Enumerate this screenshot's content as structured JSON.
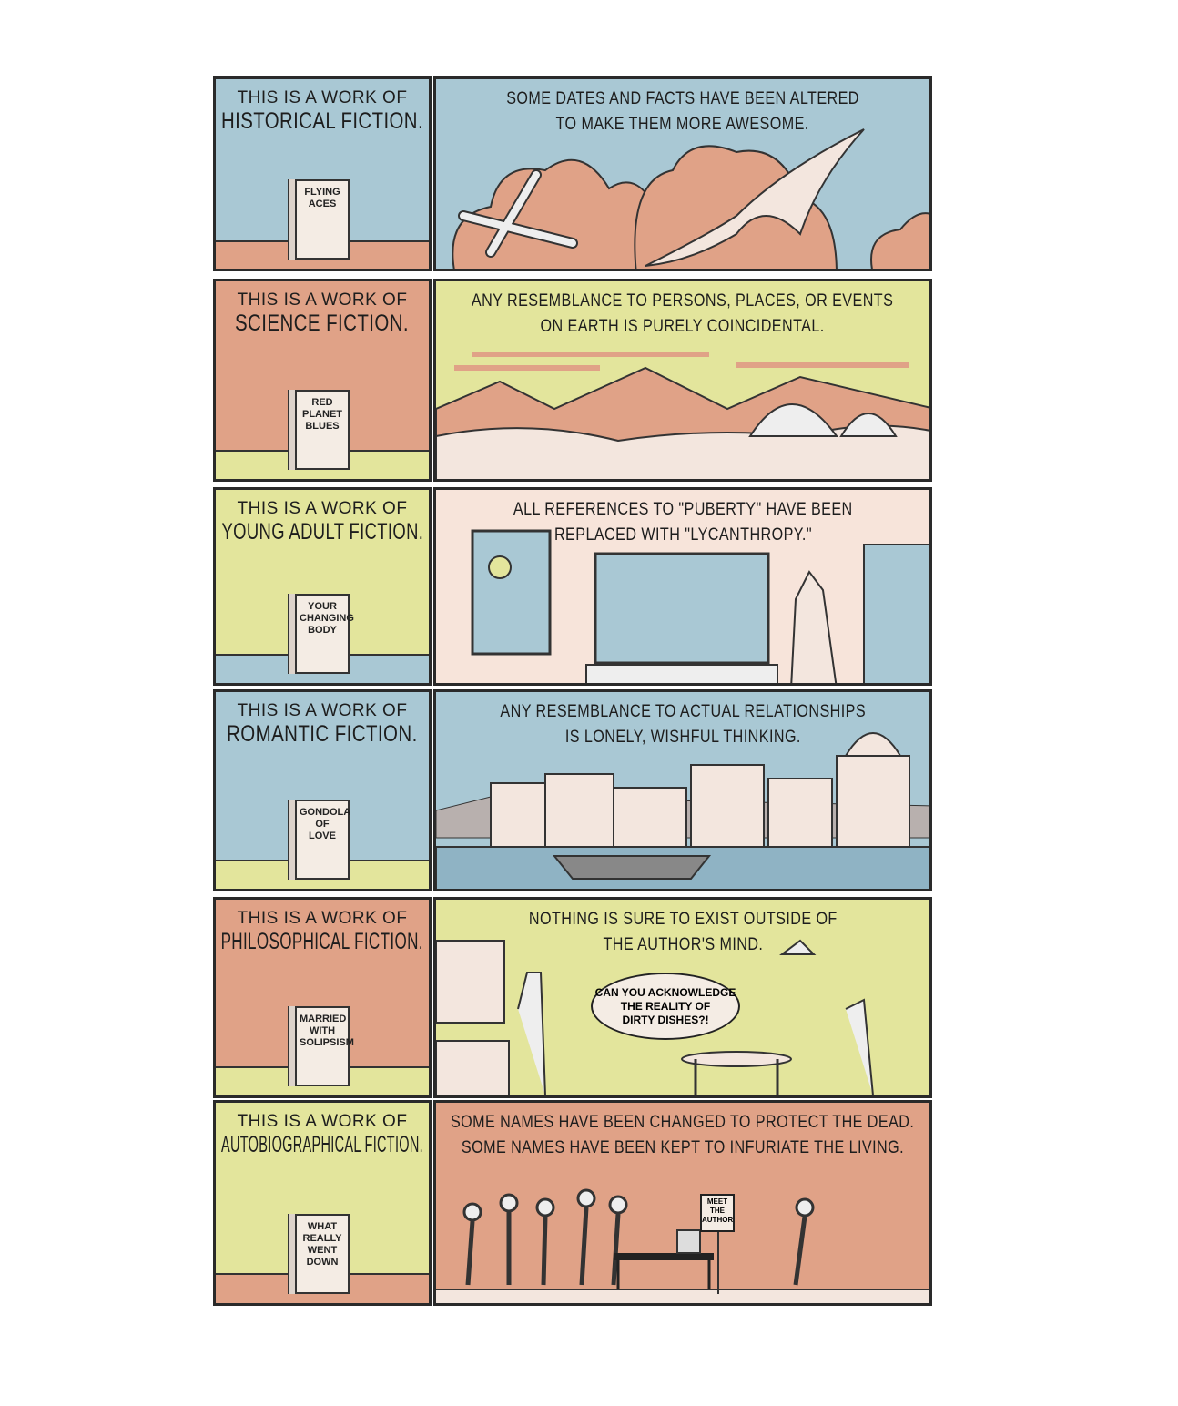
{
  "colors": {
    "blue": "#a9c8d4",
    "salmon": "#e0a287",
    "yellow": "#e3e59c",
    "pink": "#f7e4da",
    "ink": "#2a2a2a"
  },
  "rows": [
    {
      "genre_line1": "This is a work of",
      "genre_line2": "Historical Fiction.",
      "book_title": [
        "Flying",
        "Aces"
      ],
      "caption": [
        "Some dates and facts have been altered",
        "to make them more awesome."
      ],
      "left_top": "blue",
      "left_bottom": "salmon",
      "right_bg": "blue",
      "scene": "sky"
    },
    {
      "genre_line1": "This is a work of",
      "genre_line2": "Science Fiction.",
      "book_title": [
        "Red",
        "Planet",
        "Blues"
      ],
      "caption": [
        "Any resemblance to persons, places, or events",
        "on Earth is purely coincidental."
      ],
      "left_top": "salmon",
      "left_bottom": "yellow",
      "right_bg": "yellow",
      "scene": "mars"
    },
    {
      "genre_line1": "This is a work of",
      "genre_line2": "Young Adult Fiction.",
      "book_title": [
        "Your",
        "Changing",
        "Body"
      ],
      "caption": [
        "All references to \"puberty\" have been",
        "replaced with \"lycanthropy.\""
      ],
      "left_top": "yellow",
      "left_bottom": "blue",
      "right_bg": "pink",
      "scene": "bathroom"
    },
    {
      "genre_line1": "This is a work of",
      "genre_line2": "Romantic Fiction.",
      "book_title": [
        "Gondola",
        "of",
        "Love"
      ],
      "caption": [
        "Any resemblance to actual relationships",
        "is lonely, wishful thinking."
      ],
      "left_top": "blue",
      "left_bottom": "yellow",
      "right_bg": "blue",
      "scene": "venice"
    },
    {
      "genre_line1": "This is a work of",
      "genre_line2": "Philosophical Fiction.",
      "book_title": [
        "Married",
        "with",
        "Solipsism"
      ],
      "caption": [
        "Nothing is sure to exist outside of",
        "the author's mind."
      ],
      "left_top": "salmon",
      "left_bottom": "yellow",
      "right_bg": "yellow",
      "scene": "kitchen",
      "speech_bubble": [
        "Can you acknowledge",
        "the reality of",
        "dirty dishes?!"
      ]
    },
    {
      "genre_line1": "This is a work of",
      "genre_line2": "Autobiographical Fiction.",
      "book_title": [
        "What",
        "Really",
        "Went",
        "Down"
      ],
      "caption": [
        "Some names have been changed to protect the dead.",
        "Some names have been kept to infuriate the living."
      ],
      "left_top": "yellow",
      "left_bottom": "salmon",
      "right_bg": "salmon",
      "scene": "mob",
      "sign": [
        "Meet",
        "the",
        "Author"
      ]
    }
  ]
}
